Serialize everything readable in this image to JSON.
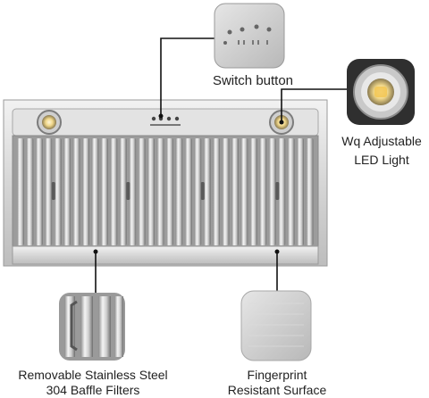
{
  "callouts": {
    "switch": {
      "label": "Switch button"
    },
    "light": {
      "line1": "Wq Adjustable",
      "line2": "LED Light"
    },
    "filters": {
      "line1": "Removable Stainless Steel",
      "line2": "304 Baffle Filters"
    },
    "surface": {
      "line1": "Fingerprint",
      "line2": "Resistant Surface"
    }
  },
  "product": {
    "baffle_filter_count": 4,
    "lights_count": 2
  },
  "colors": {
    "steel_light": "#e8e8e8",
    "steel_mid": "#c9c9c9",
    "steel_dark": "#8e8e8e",
    "leader_line": "#111111"
  }
}
